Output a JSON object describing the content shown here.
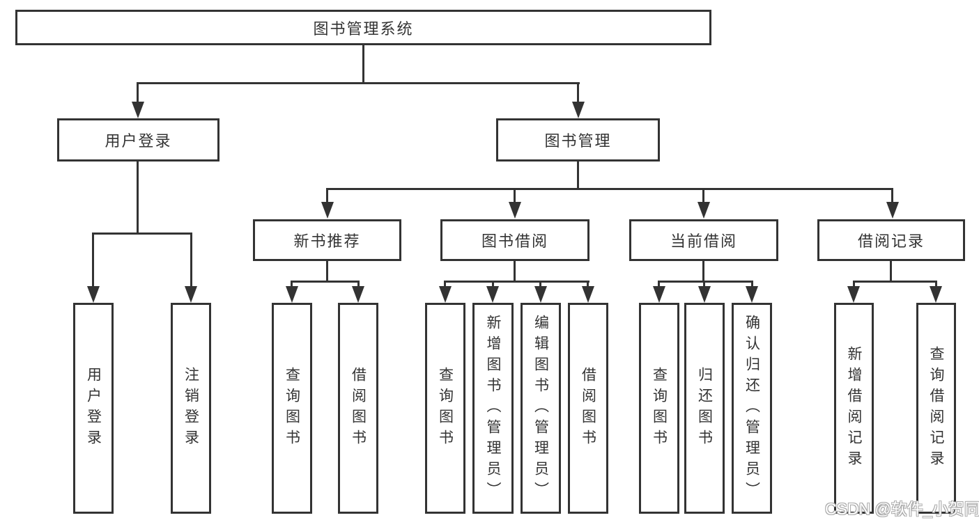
{
  "page": {
    "background": "#ffffff",
    "line_color": "#333333"
  },
  "diagram": {
    "root": "图书管理系统",
    "level1": {
      "user_login": "用户登录",
      "book_management": "图书管理"
    },
    "level2": {
      "new_book_recommend": "新书推荐",
      "book_borrowing": "图书借阅",
      "current_borrowing": "当前借阅",
      "borrowing_records": "借阅记录"
    },
    "leaves": {
      "user_login": [
        "用户登录",
        "注销登录"
      ],
      "new_book_recommend": [
        "查询图书",
        "借阅图书"
      ],
      "book_borrowing": [
        "查询图书",
        "新增图书（管理员）",
        "编辑图书（管理员）",
        "借阅图书"
      ],
      "current_borrowing": [
        "查询图书",
        "归还图书",
        "确认归还（管理员）"
      ],
      "borrowing_records": [
        "新增借阅记录",
        "查询借阅记录"
      ]
    }
  },
  "watermark": "CSDN @软件_小贺同学"
}
